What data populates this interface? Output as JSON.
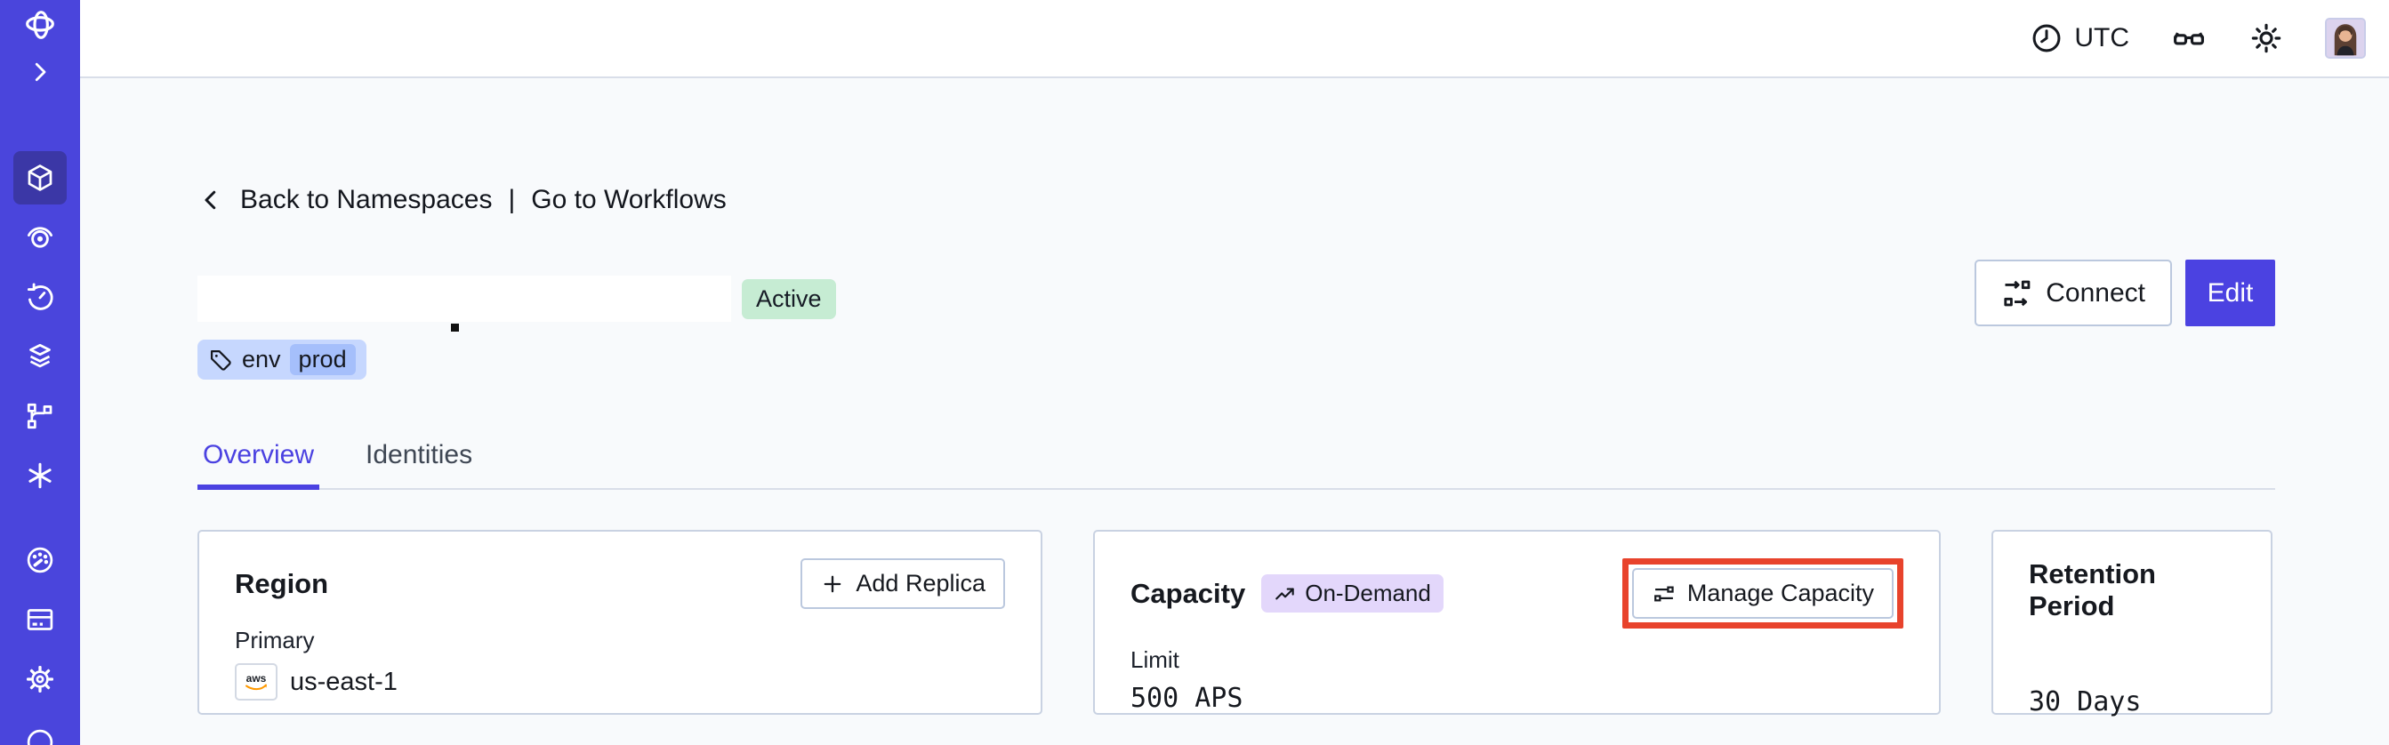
{
  "colors": {
    "sidebar_bg": "#4A45DC",
    "sidebar_active_bg": "#3B37A6",
    "accent_indigo": "#4B42E1",
    "status_active_bg": "#C6ECD3",
    "tag_chip_bg": "#C6D7FE",
    "tag_value_bg": "#A5BFFB",
    "ondemand_badge_bg": "#E3D7FB",
    "annotation_highlight": "#E8432C",
    "aws_orange": "#FF9900",
    "card_border": "#C9D2E2",
    "content_bg": "#F8FAFC"
  },
  "sidebar": {
    "icons": [
      "temporal-logo",
      "chevron-right",
      "namespaces-cube",
      "spiral",
      "timer",
      "layers",
      "branch",
      "asterisk",
      "gauge",
      "credit-card",
      "gear",
      "partial-bottom"
    ]
  },
  "topbar": {
    "timezone": "UTC",
    "icons": [
      "clock",
      "glasses",
      "brightness",
      "avatar"
    ]
  },
  "breadcrumb": {
    "back_label": "Back to Namespaces",
    "separator": "|",
    "workflows_label": "Go to Workflows"
  },
  "namespace": {
    "status_badge": "Active",
    "tag_key": "env",
    "tag_value": "prod"
  },
  "header_actions": {
    "connect_label": "Connect",
    "edit_label": "Edit"
  },
  "tabs": {
    "overview": "Overview",
    "identities": "Identities"
  },
  "cards": {
    "region": {
      "title": "Region",
      "add_replica_label": "Add Replica",
      "label": "Primary",
      "provider": "aws",
      "value": "us-east-1"
    },
    "capacity": {
      "title": "Capacity",
      "badge": "On-Demand",
      "manage_label": "Manage Capacity",
      "label": "Limit",
      "value": "500 APS"
    },
    "retention": {
      "title": "Retention Period",
      "value": "30 Days"
    }
  }
}
